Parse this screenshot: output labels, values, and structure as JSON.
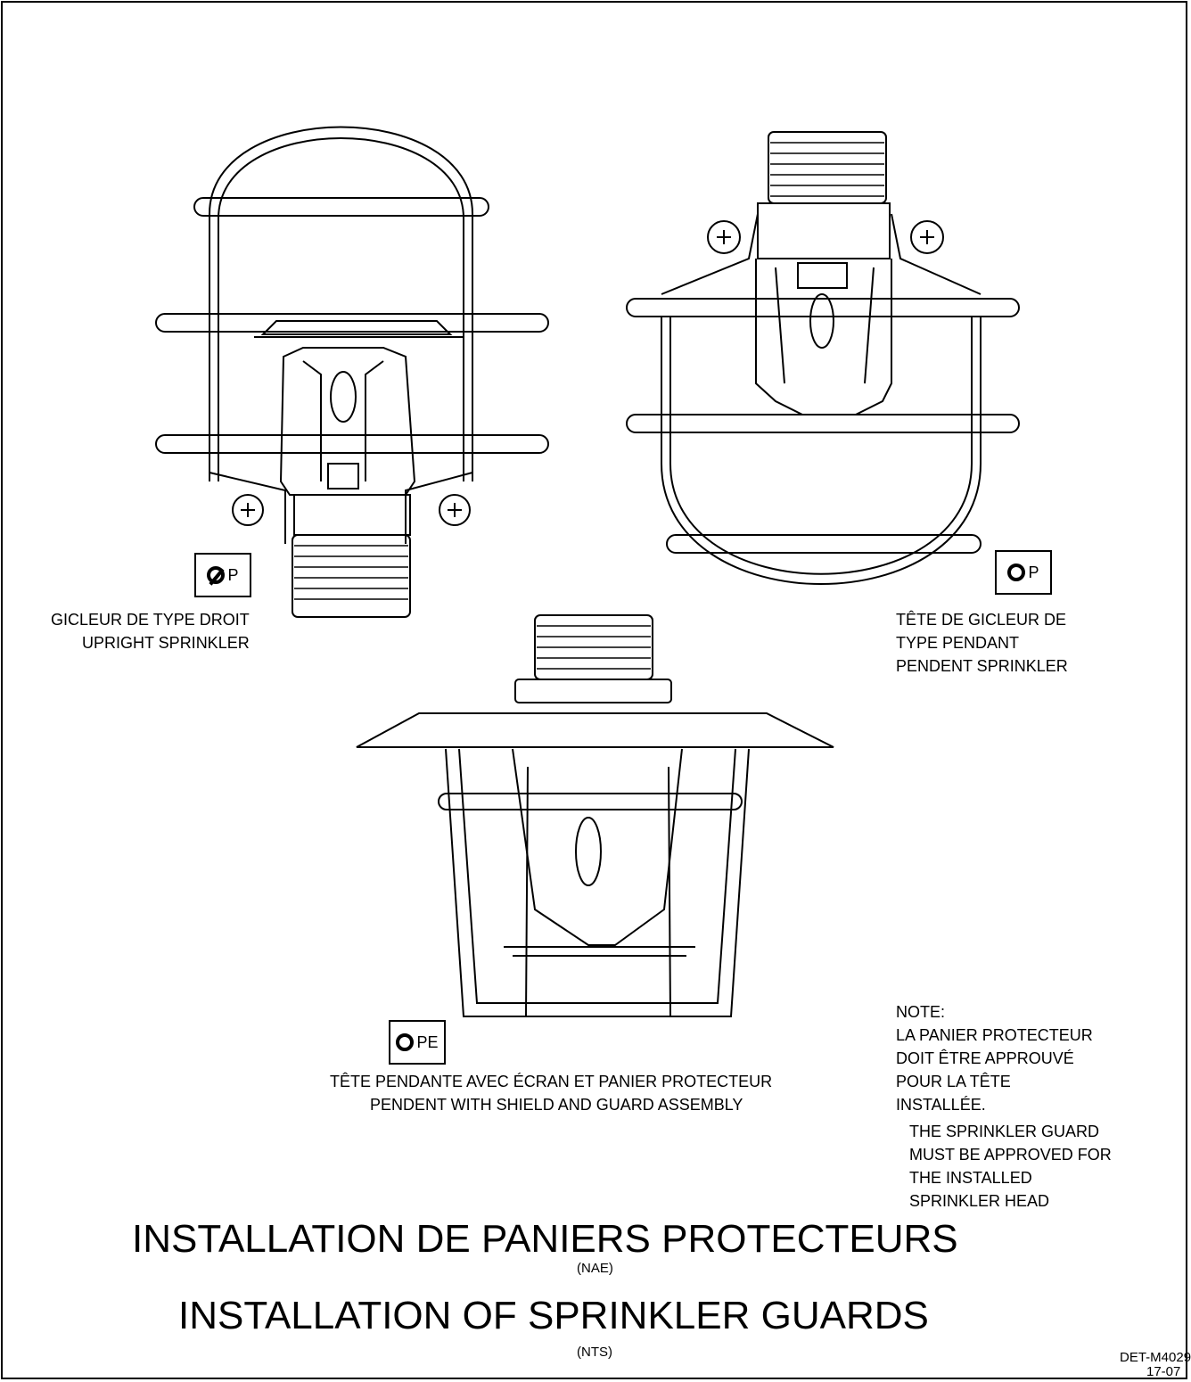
{
  "upright": {
    "symbol_letter": "P",
    "label_fr": "GICLEUR DE TYPE DROIT",
    "label_en": "UPRIGHT SPRINKLER"
  },
  "pendent": {
    "symbol_letter": "P",
    "label_fr_1": "TÊTE DE GICLEUR DE",
    "label_fr_2": "TYPE PENDANT",
    "label_en": "PENDENT SPRINKLER"
  },
  "pendent_shield": {
    "symbol_letter": "PE",
    "label_fr": "TÊTE PENDANTE AVEC ÉCRAN ET PANIER PROTECTEUR",
    "label_en": "PENDENT WITH SHIELD AND GUARD ASSEMBLY"
  },
  "note": {
    "heading": "NOTE:",
    "fr_lines": [
      "LA PANIER PROTECTEUR",
      "DOIT ÊTRE APPROUVÉ",
      "POUR LA TÊTE",
      "INSTALLÉE."
    ],
    "en_lines": [
      "THE SPRINKLER GUARD",
      "MUST BE APPROVED FOR",
      "THE INSTALLED",
      "SPRINKLER HEAD"
    ]
  },
  "title": {
    "fr": "INSTALLATION DE PANIERS PROTECTEURS",
    "fr_scale": "(NAE)",
    "en": "INSTALLATION OF SPRINKLER GUARDS",
    "en_scale": "(NTS)"
  },
  "drawing_ref": {
    "number": "DET-M4029",
    "revision": "17-07"
  }
}
